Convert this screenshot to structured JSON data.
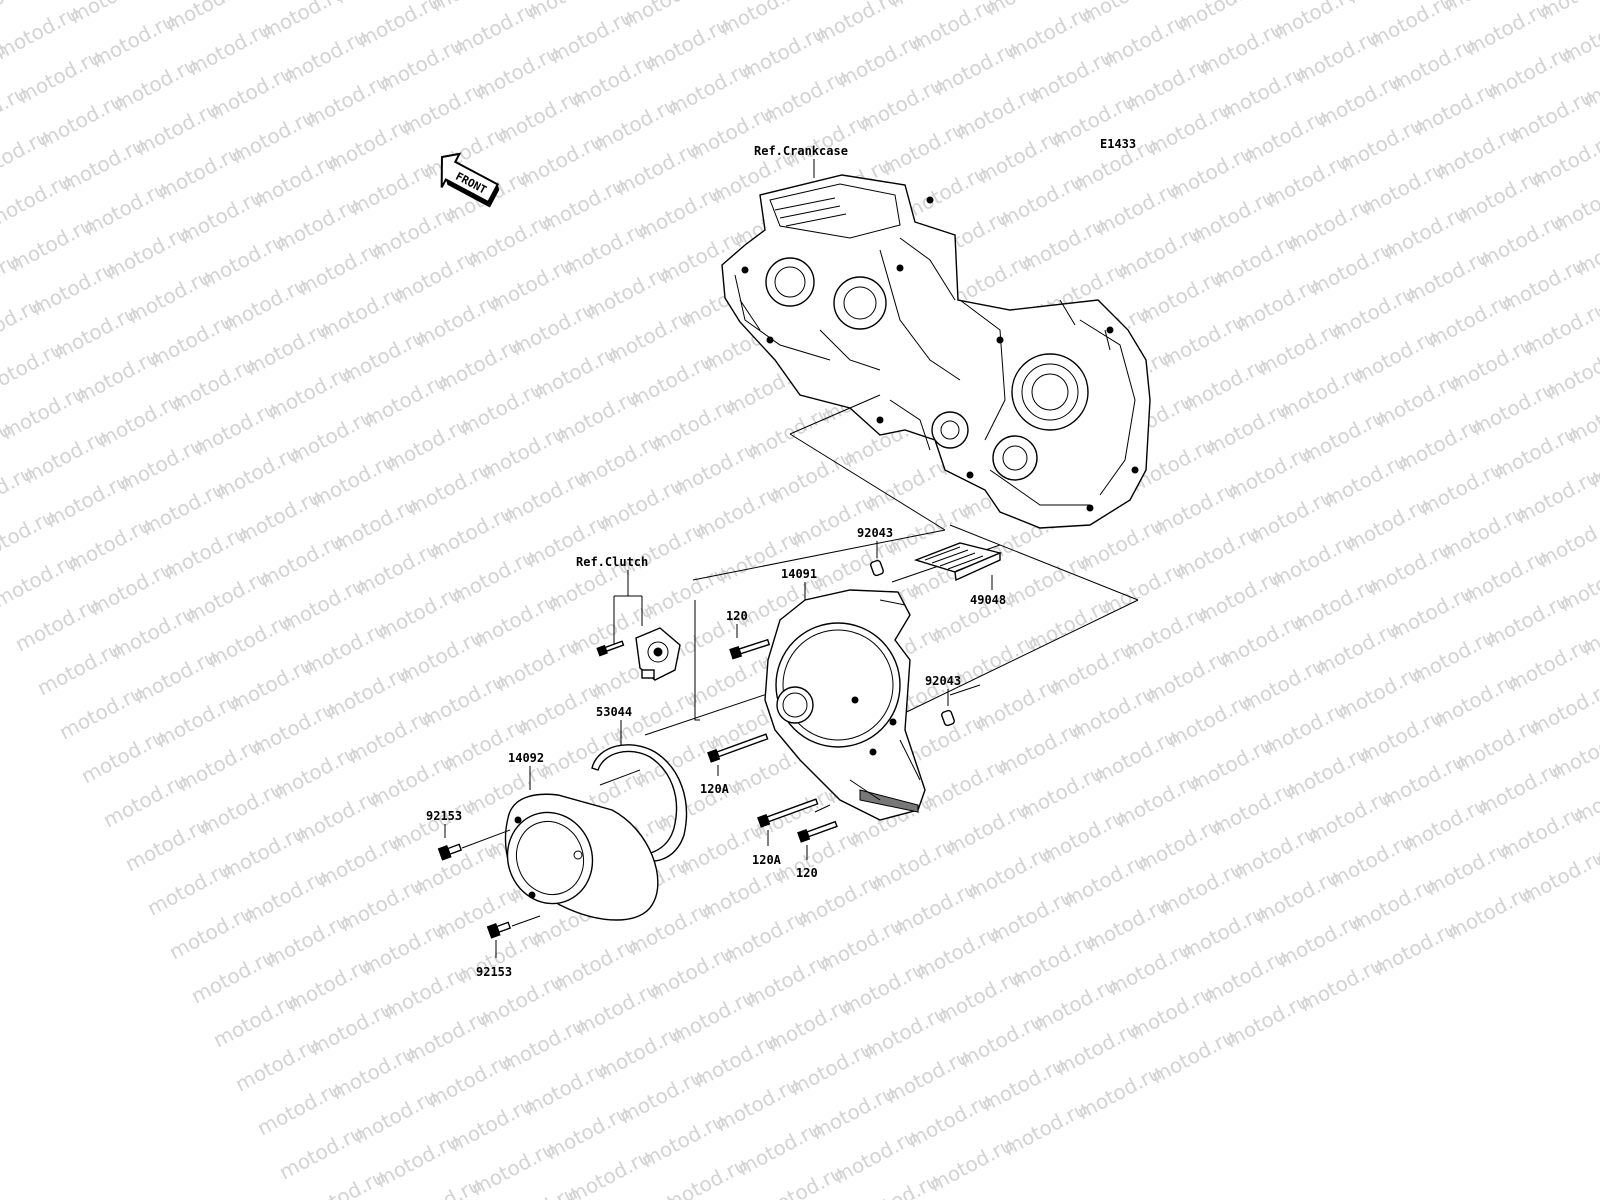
{
  "diagram_id": "E1433",
  "watermark": "motod.ru",
  "front_label": "FRONT",
  "refs": {
    "crankcase": "Ref.Crankcase",
    "clutch": "Ref.Clutch"
  },
  "parts": {
    "dowel_upper": "92043",
    "cover_inner": "14091",
    "cover_plate": "49048",
    "bolt_upper": "120",
    "dowel_lower": "92043",
    "gasket_ring": "53044",
    "cover_outer": "14092",
    "bolt_a_upper": "120A",
    "screw_upper": "92153",
    "bolt_a_lower": "120A",
    "bolt_lower": "120",
    "screw_lower": "92153"
  }
}
